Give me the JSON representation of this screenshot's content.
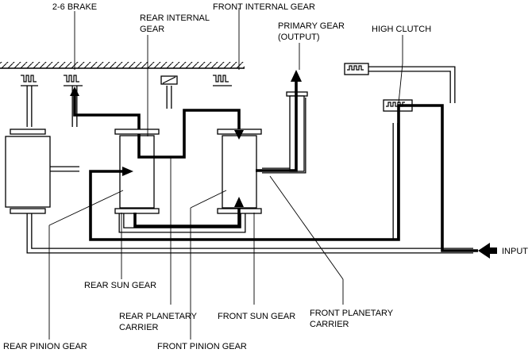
{
  "labels": {
    "brake_2_6": "2-6 BRAKE",
    "rear_internal_gear_1": "REAR INTERNAL",
    "rear_internal_gear_2": "GEAR",
    "front_internal_gear": "FRONT INTERNAL GEAR",
    "primary_gear_1": "PRIMARY GEAR",
    "primary_gear_2": "(OUTPUT)",
    "high_clutch": "HIGH CLUTCH",
    "input": "INPUT",
    "rear_sun_gear": "REAR SUN GEAR",
    "rear_planetary_carrier_1": "REAR PLANETARY",
    "rear_planetary_carrier_2": "CARRIER",
    "front_sun_gear": "FRONT SUN GEAR",
    "front_planetary_carrier_1": "FRONT PLANETARY",
    "front_planetary_carrier_2": "CARRIER",
    "rear_pinion_gear": "REAR PINION GEAR",
    "front_pinion_gear": "FRONT PINION GEAR"
  },
  "colors": {
    "line": "#000000",
    "background": "#ffffff"
  }
}
